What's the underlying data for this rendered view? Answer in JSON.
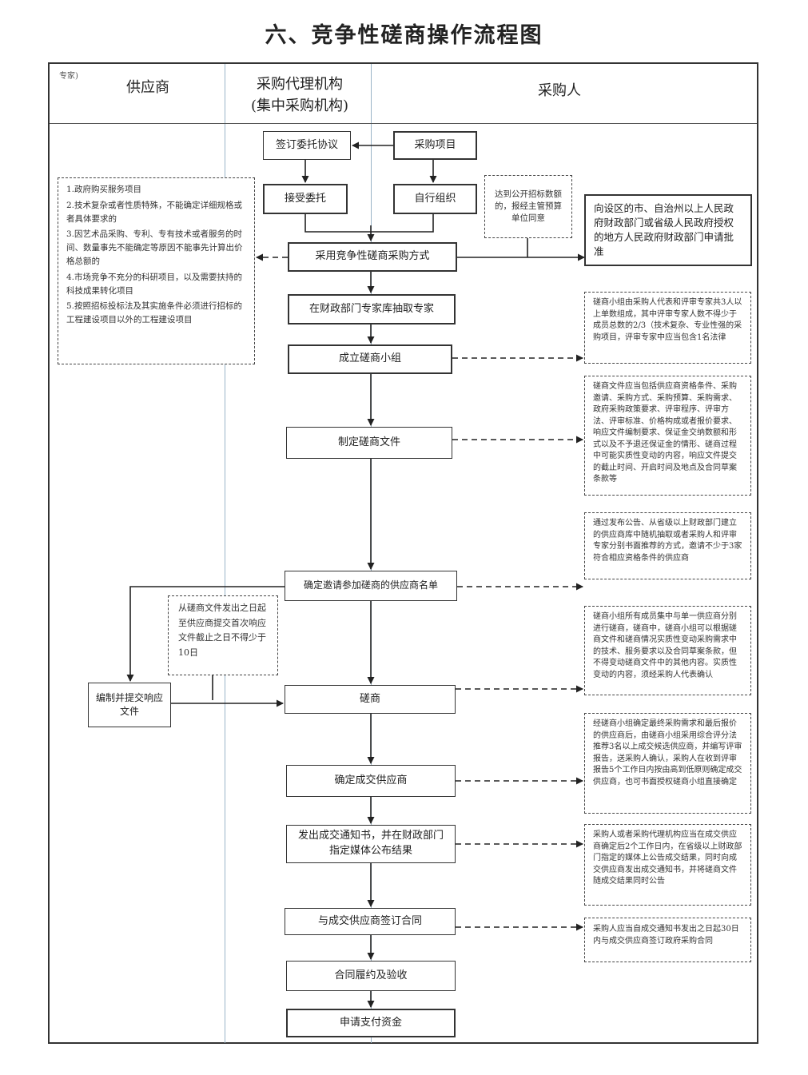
{
  "title": "六、竞争性磋商操作流程图",
  "corner_note": "专家)",
  "lanes": {
    "supplier": "供应商",
    "agency_line1": "采购代理机构",
    "agency_line2": "(集中采购机构)",
    "purchaser": "采购人"
  },
  "steps": {
    "sign_agreement": "签订委托协议",
    "purchase_project": "采购项目",
    "accept_entrust": "接受委托",
    "self_organize": "自行组织",
    "adopt_method": "采用竞争性磋商采购方式",
    "draw_experts": "在财政部门专家库抽取专家",
    "form_group": "成立磋商小组",
    "prepare_docs": "制定磋商文件",
    "determine_list": "确定邀请参加磋商的供应商名单",
    "compile_submit": "编制并提交响应文件",
    "negotiate": "磋商",
    "determine_winner": "确定成交供应商",
    "issue_notice": "发出成交通知书，并在财政部门指定媒体公布结果",
    "sign_contract": "与成交供应商签订合同",
    "acceptance": "合同履约及验收",
    "apply_payment": "申请支付资金"
  },
  "notes": {
    "applicable": [
      "1.政府购买服务项目",
      "2.技术复杂或者性质特殊，不能确定详细规格或者具体要求的",
      "3.因艺术品采购、专利、专有技术或者服务的时间、数量事先不能确定等原因不能事先计算出价格总额的",
      "4.市场竞争不充分的科研项目，以及需要扶持的科技成果转化项目",
      "5.按照招标投标法及其实施条件必须进行招标的工程建设项目以外的工程建设项目"
    ],
    "threshold": "达到公开招标数额的，报经主管预算单位同意",
    "approval": "向设区的市、自治州以上人民政府财政部门或省级人民政府授权的地方人民政府财政部门申请批准",
    "group_composition": "磋商小组由采购人代表和评审专家共3人以上单数组成，其中评审专家人数不得少于成员总数的2/3（技术复杂、专业性强的采购项目，评审专家中应当包含1名法律",
    "doc_contents": "磋商文件应当包括供应商资格条件、采购邀请、采购方式、采购预算、采购需求、政府采购政策要求、评审程序、评审方法、评审标准、价格构成或者报价要求、响应文件编制要求、保证金交纳数额和形式以及不予退还保证金的情形、磋商过程中可能实质性变动的内容，响应文件提交的截止时间、开启时间及地点及合同草案条款等",
    "invite_methods": "通过发布公告、从省级以上财政部门建立的供应商库中随机抽取或者采购人和评审专家分别书面推荐的方式，邀请不少于3家符合相应资格条件的供应商",
    "min_days": "从磋商文件发出之日起至供应商提交首次响应文件截止之日不得少于10日",
    "negotiation_rules": "磋商小组所有成员集中与单一供应商分别进行磋商，磋商中，磋商小组可以根据磋商文件和磋商情况实质性变动采购需求中的技术、服务要求以及合同草案条款，但不得变动磋商文件中的其他内容。实质性变动的内容，须经采购人代表确认",
    "winner_rules": "经磋商小组确定最终采购需求和最后报价的供应商后，由磋商小组采用综合评分法推荐3名以上成交候选供应商，并编写评审报告，送采购人确认，采购人在收到评审报告5个工作日内按由高到低原则确定成交供应商，也可书面授权磋商小组直接确定",
    "publish_rules": "采购人或者采购代理机构应当在成交供应商确定后2个工作日内，在省级以上财政部门指定的媒体上公告成交结果，同时向成交供应商发出成交通知书，并将磋商文件随成交结果同时公告",
    "contract_rules": "采购人应当自成交通知书发出之日起30日内与成交供应商签订政府采购合同"
  }
}
